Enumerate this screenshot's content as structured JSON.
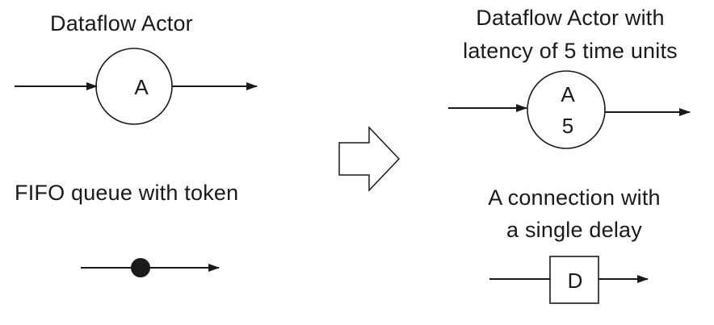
{
  "left_panel": {
    "actor": {
      "caption": "Dataflow Actor",
      "node_label": "A"
    },
    "fifo": {
      "caption": "FIFO queue with token"
    }
  },
  "right_panel": {
    "latency_actor": {
      "caption_line1": "Dataflow Actor with",
      "caption_line2": "latency of 5 time units",
      "node_label": "A",
      "latency_value": "5"
    },
    "delay_connection": {
      "caption_line1": "A connection with",
      "caption_line2": "a single delay",
      "box_label": "D"
    }
  },
  "colors": {
    "stroke": "#1a1a1a",
    "background": "#ffffff"
  }
}
